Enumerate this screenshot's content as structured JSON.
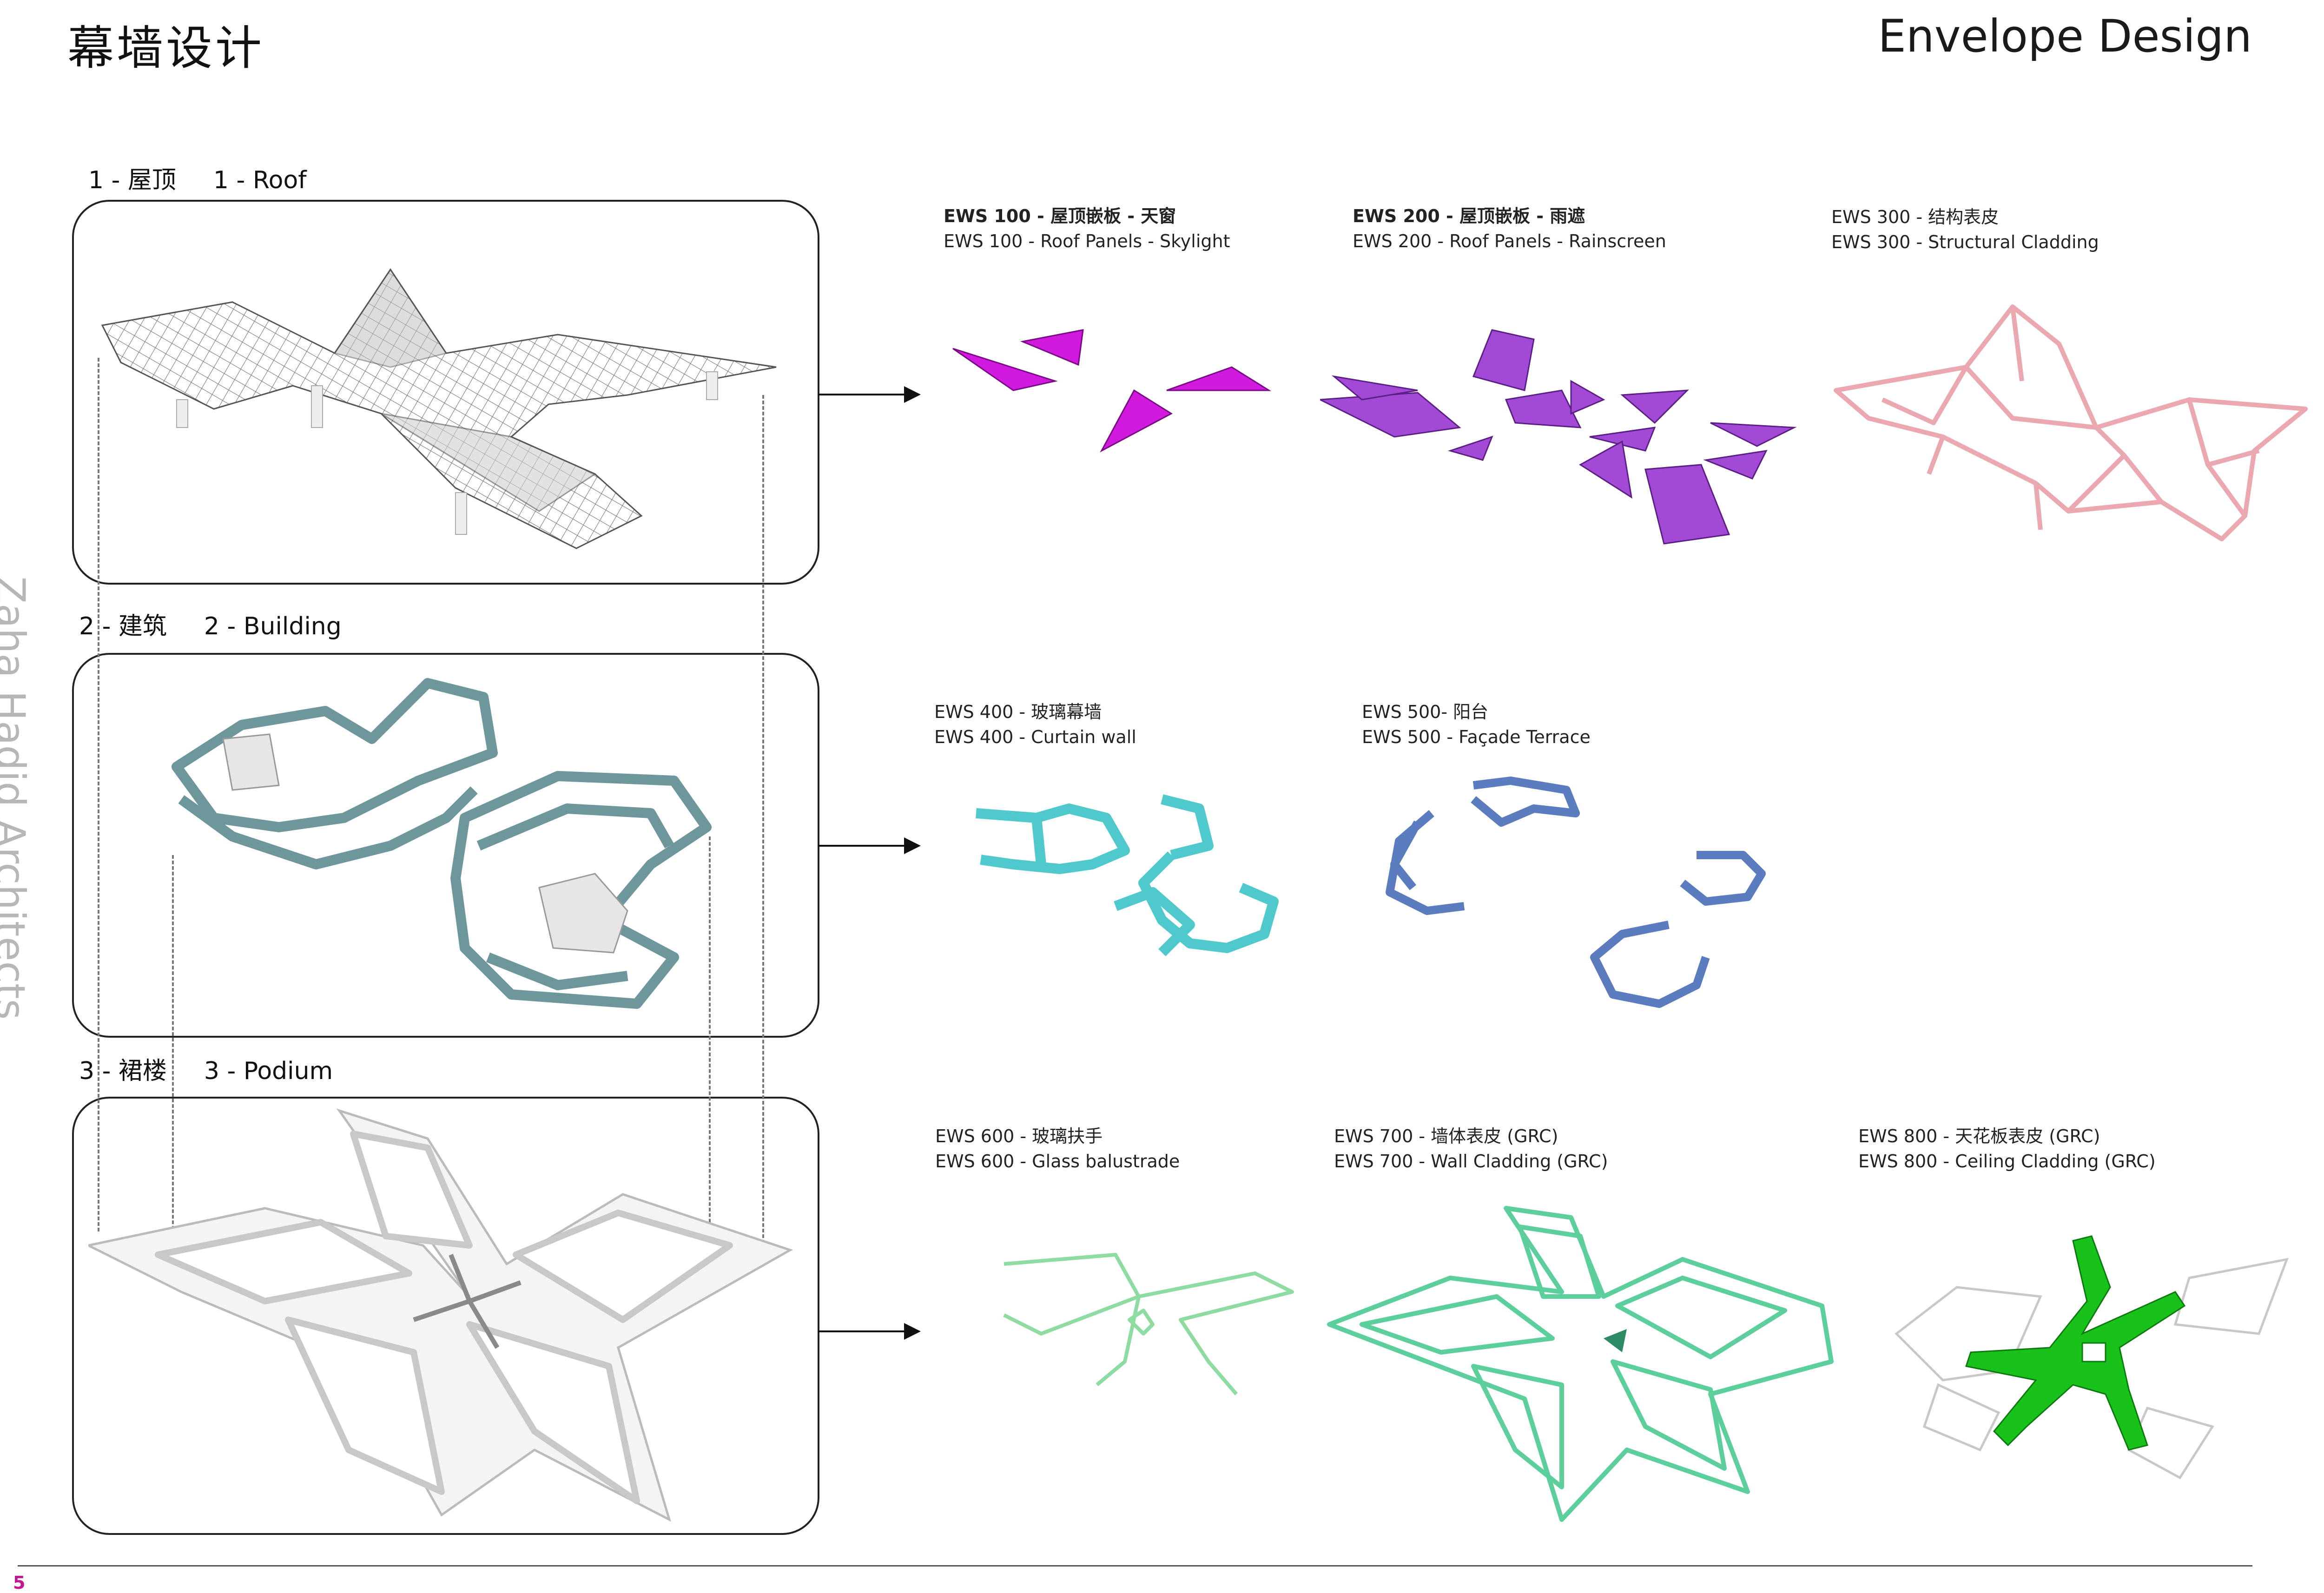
{
  "header": {
    "title_cn": "幕墙设计",
    "title_en": "Envelope Design"
  },
  "side_label": "Zaha Hadid Architects",
  "sections": [
    {
      "label_cn": "1 - 屋顶",
      "label_en": "1 - Roof"
    },
    {
      "label_cn": "2 - 建筑",
      "label_en": "2 - Building"
    },
    {
      "label_cn": "3 - 裙楼",
      "label_en": "3 - Podium"
    }
  ],
  "ews": [
    {
      "cn": "EWS 100 - 屋顶嵌板 - 天窗",
      "en": "EWS 100 - Roof Panels - Skylight",
      "color": "#d21adf"
    },
    {
      "cn": "EWS 200 - 屋顶嵌板 - 雨遮",
      "en": "EWS 200 - Roof Panels - Rainscreen",
      "color": "#a24ad6"
    },
    {
      "cn": "EWS 300 -  结构表皮",
      "en": "EWS 300 - Structural Cladding",
      "color": "#eba8b0"
    },
    {
      "cn": "EWS 400 -  玻璃幕墙",
      "en": "EWS 400 - Curtain wall",
      "color": "#4fc9cc"
    },
    {
      "cn": "EWS 500- 阳台",
      "en": "EWS 500 - Façade Terrace",
      "color": "#5b7dbf"
    },
    {
      "cn": "EWS 600 - 玻璃扶手",
      "en": "EWS 600 - Glass balustrade",
      "color": "#8fdca3"
    },
    {
      "cn": "EWS 700 - 墙体表皮 (GRC)",
      "en": "EWS 700 - Wall Cladding (GRC)",
      "color": "#5ccf9d"
    },
    {
      "cn": "EWS 800 - 天花板表皮 (GRC)",
      "en": "EWS 800 - Ceiling Cladding (GRC)",
      "color": "#18c21a"
    }
  ],
  "footer": {
    "page_number": "5"
  },
  "colors": {
    "accent": "#c2188f",
    "roof_mesh": "#8a8a8a",
    "building": "#7fa3a8",
    "podium": "#d9d9d9"
  }
}
